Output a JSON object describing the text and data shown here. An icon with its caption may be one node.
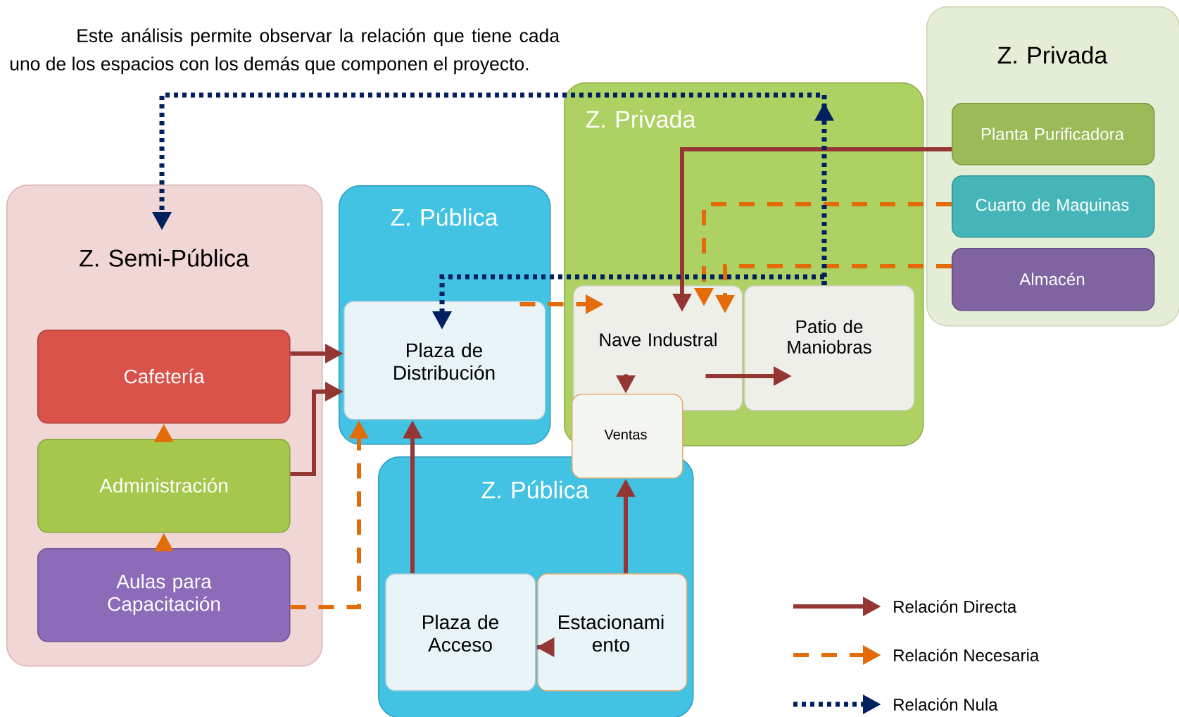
{
  "diagram": {
    "nodes": [
      {
        "text": [
          "Z. Semi-Pública"
        ]
      },
      {
        "text": [
          "Cafetería"
        ],
        "in": 0
      },
      {
        "text": [
          "Administración"
        ],
        "in": 0
      },
      {
        "text": [
          "Aulas para Capacitación"
        ],
        "in": 0
      },
      {
        "text": [
          "Z. Pública"
        ]
      },
      {
        "text": [
          "Plaza de Distribución"
        ],
        "in": 4
      },
      {
        "text": [
          "Z. Privada"
        ]
      },
      {
        "text": [
          "Nave Industral"
        ],
        "in": 6
      },
      {
        "text": [
          "Patio de Maniobras"
        ],
        "in": 6
      },
      {
        "text": [
          "Ventas"
        ]
      },
      {
        "text": [
          "Z. Pública"
        ]
      },
      {
        "text": [
          "Plaza de Acceso"
        ],
        "in": 10
      },
      {
        "text": [
          "Estacionami ento"
        ],
        "in": 10
      },
      {
        "text": [
          "Z. Privada"
        ]
      },
      {
        "text": [
          "Planta Purificadora"
        ],
        "in": 13
      },
      {
        "text": [
          "Cuarto de Maquinas"
        ],
        "in": 13
      },
      {
        "text": [
          "Almacén"
        ],
        "in": 13
      }
    ],
    "edges": [
      {
        "from": 1,
        "to": 5,
        "arrow": "to"
      },
      {
        "from": 2,
        "to": 5,
        "arrow": "to"
      },
      {
        "from": 2,
        "to": 1,
        "arrow": "to",
        "style": "dashed",
        "color": "#e36c09"
      },
      {
        "from": 3,
        "to": 2,
        "arrow": "to",
        "style": "dashed",
        "color": "#e36c09"
      },
      {
        "from": 3,
        "to": 5,
        "arrow": "to",
        "style": "dashed",
        "color": "#e36c09"
      },
      {
        "from": 11,
        "to": 5,
        "arrow": "to"
      },
      {
        "from": 12,
        "to": 11,
        "arrow": "to"
      },
      {
        "from": 12,
        "to": 9,
        "arrow": "to"
      },
      {
        "from": 7,
        "to": 9,
        "arrow": "to"
      },
      {
        "from": 7,
        "to": 8,
        "arrow": "to"
      },
      {
        "from": 5,
        "to": 7,
        "arrow": "to",
        "style": "dashed",
        "color": "#e36c09"
      },
      {
        "from": 14,
        "to": 7,
        "arrow": "to"
      },
      {
        "from": 15,
        "to": 7,
        "arrow": "to",
        "style": "dashed",
        "color": "#e36c09"
      },
      {
        "from": 16,
        "to": 7,
        "arrow": "to",
        "style": "dashed",
        "color": "#e36c09"
      },
      {
        "from": 8,
        "to": 5,
        "arrow": "to",
        "style": "dashed",
        "color": "#002060"
      },
      {
        "from": 8,
        "to": 0,
        "arrow": "to",
        "style": "dashed",
        "color": "#002060"
      }
    ],
    "labels": [
      "Este análisis permite observar la relación que tiene cada uno de los espacios con los demás que componen el proyecto."
    ],
    "legend": [
      {
        "text": "Relación Directa"
      },
      {
        "text": "Relación Necesaria"
      },
      {
        "text": "Relación Nula"
      }
    ]
  }
}
